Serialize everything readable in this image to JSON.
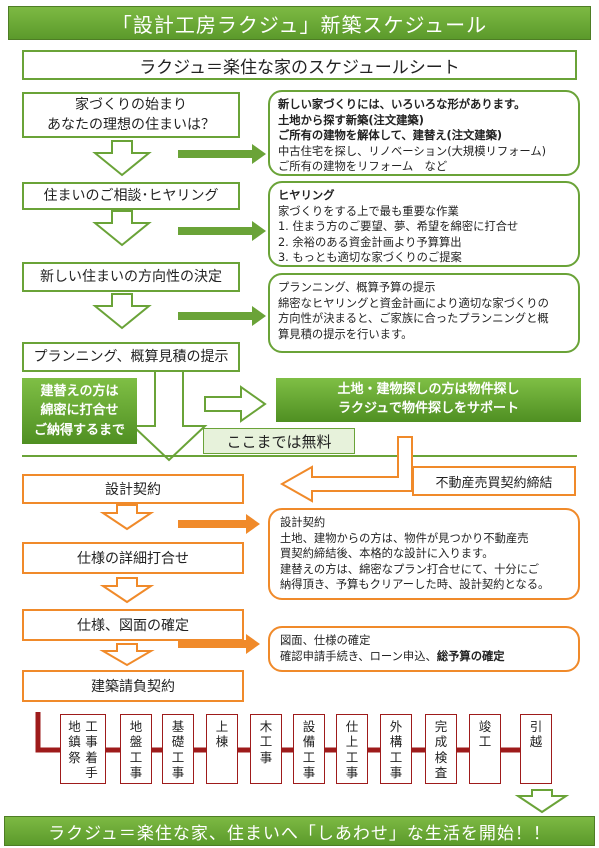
{
  "header": {
    "title": "「設計工房ラクジュ」新築スケジュール"
  },
  "subtitle": "ラクジュ＝楽住な家のスケジュールシート",
  "steps": {
    "s1": "家づくりの始まり\nあなたの理想の住まいは？",
    "s2": "住まいのご相談･ヒヤリング",
    "s3": "新しい住まいの方向性の決定",
    "s4": "プランニング、概算見積の提示"
  },
  "notes": {
    "n1": {
      "line1": "新しい家づくりには、いろいろな形があります。",
      "line2": "土地から探す新築(注文建築)",
      "line3": "ご所有の建物を解体して、建替え(注文建築)",
      "line4": "中古住宅を探し、リノベーション(大規模リフォーム)",
      "line5": "ご所有の建物をリフォーム　など"
    },
    "n2": {
      "title": "ヒヤリング",
      "line1": "家づくりをする上で最も重要な作業",
      "line2": "1. 住まう方のご要望、夢、希望を綿密に打合せ",
      "line3": "2. 余裕のある資金計画より予算算出",
      "line4": "3. もっとも適切な家づくりのご提案"
    },
    "n3": {
      "line1": "プランニング、概算予算の提示",
      "line2": "綿密なヒヤリングと資金計画により適切な家づくりの",
      "line3": "方向性が決まると、ご家族に合ったプランニングと概",
      "line4": "算見積の提示を行います。"
    }
  },
  "rebuild_box": {
    "line1": "建替えの方は",
    "line2": "綿密に打合せ",
    "line3": "ご納得するまで"
  },
  "land_box": {
    "line1": "土地・建物探しの方は物件探し",
    "line2": "ラクジュで物件探しをサポート"
  },
  "free_label": "ここまでは無料",
  "real_estate": "不動産売買契約締結",
  "ostep": {
    "o1": "設計契約",
    "o2": "仕様の詳細打合せ",
    "o3": "仕様、図面の確定",
    "o4": "建築請負契約"
  },
  "onotes": {
    "on1": {
      "line1": "設計契約",
      "line2": "土地、建物からの方は、物件が見つかり不動産売",
      "line3": "買契約締結後、本格的な設計に入ります。",
      "line4": "建替えの方は、綿密なプラン打合せにて、十分にご",
      "line5": "納得頂き、予算もクリアーした時、設計契約となる。"
    },
    "on2": {
      "line1": "図面、仕様の確定",
      "line2a": "確認申請手続き、ローン申込、",
      "line2b": "総予算の確定"
    }
  },
  "process": [
    {
      "cols": [
        "地鎮祭",
        "工事着手"
      ]
    },
    {
      "cols": [
        "地盤工事"
      ]
    },
    {
      "cols": [
        "基礎工事"
      ]
    },
    {
      "cols": [
        "上　棟"
      ]
    },
    {
      "cols": [
        "木工事"
      ]
    },
    {
      "cols": [
        "設備工事"
      ]
    },
    {
      "cols": [
        "仕上工事"
      ]
    },
    {
      "cols": [
        "外構工事"
      ]
    },
    {
      "cols": [
        "完成検査"
      ]
    },
    {
      "cols": [
        "竣　工"
      ]
    },
    {
      "cols": [
        "引　越"
      ]
    }
  ],
  "footer": "ラクジュ＝楽住な家、住まいへ「しあわせ」な生活を開始！！",
  "colors": {
    "green": "#6aa338",
    "orange": "#f08a2a",
    "dark_red": "#9e1b1b"
  }
}
